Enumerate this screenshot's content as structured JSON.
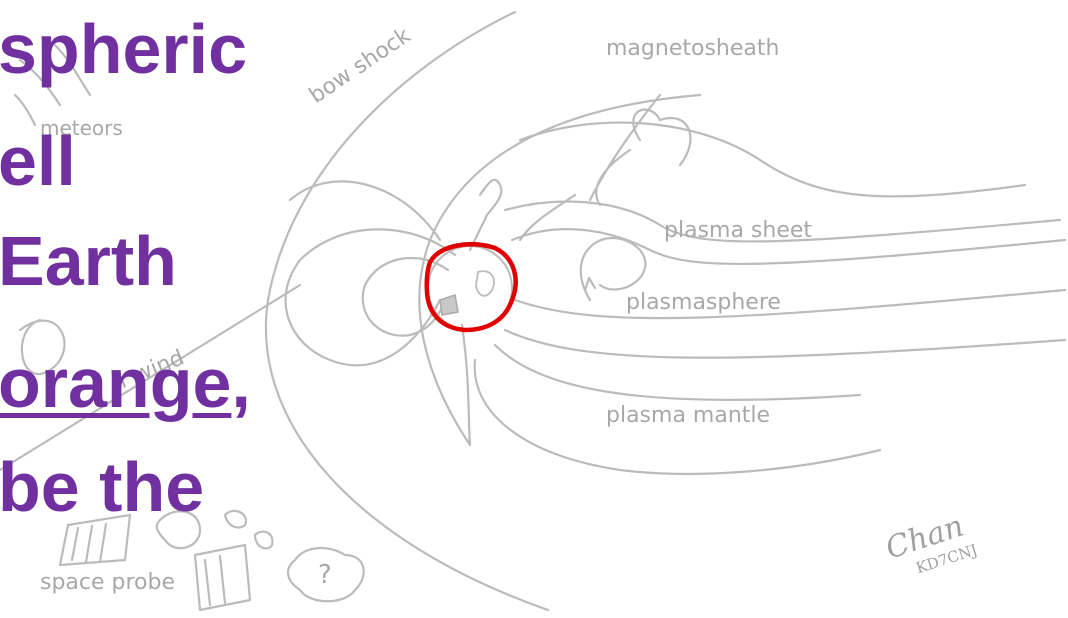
{
  "slide_text": {
    "line1": "spheric",
    "line2": "ell",
    "line3": "Earth",
    "line4_underlined": "orange",
    "line4_suffix": ",",
    "line5": "be the"
  },
  "labels": {
    "magnetosheath": "magnetosheath",
    "bow_shock": "bow shock",
    "meteors": "meteors",
    "plasma_sheet": "plasma sheet",
    "plasmasphere": "plasmasphere",
    "plasma_mantle": "plasma mantle",
    "solar_wind_partial": "r wind",
    "space_probe": "space probe",
    "question_mark": "?"
  },
  "signature": {
    "name": "Chan",
    "callsign": "KD7CNJ"
  },
  "colors": {
    "heading": "#7030a0",
    "sketch_lines": "#b8b8b8",
    "label_text": "#a8a8a8",
    "earth_highlight": "#e00000"
  },
  "icons": [
    "earth-icon",
    "probe-icon",
    "rock-icon",
    "trident-icon"
  ]
}
